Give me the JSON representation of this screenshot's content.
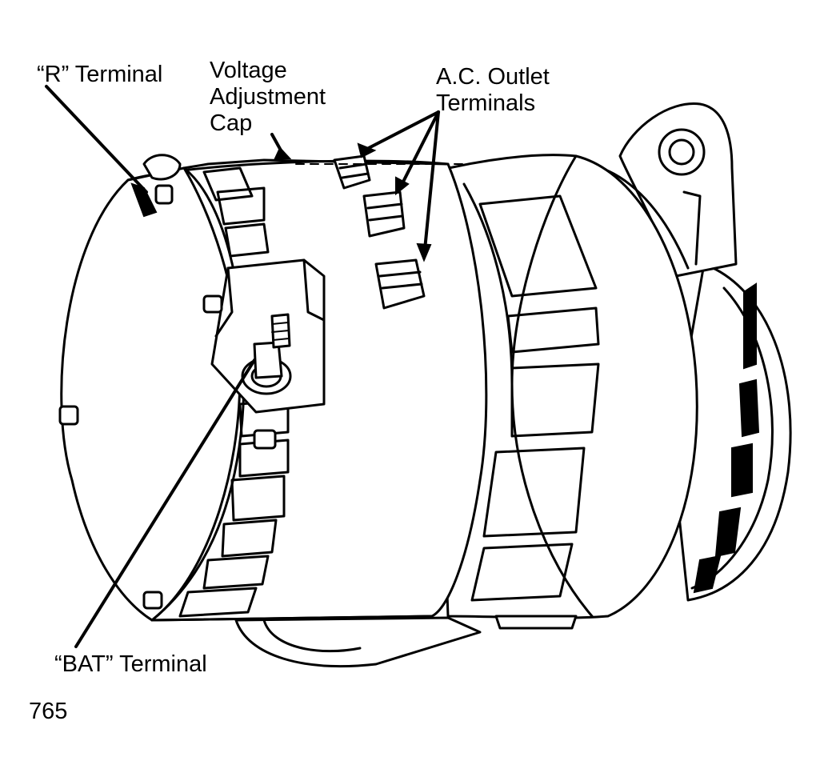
{
  "labels": {
    "r_terminal": "“R” Terminal",
    "voltage_cap": [
      "Voltage",
      "Adjustment",
      "Cap"
    ],
    "ac_outlet": [
      "A.C. Outlet",
      "Terminals"
    ],
    "bat_terminal": "“BAT” Terminal"
  },
  "figure_number": "765"
}
